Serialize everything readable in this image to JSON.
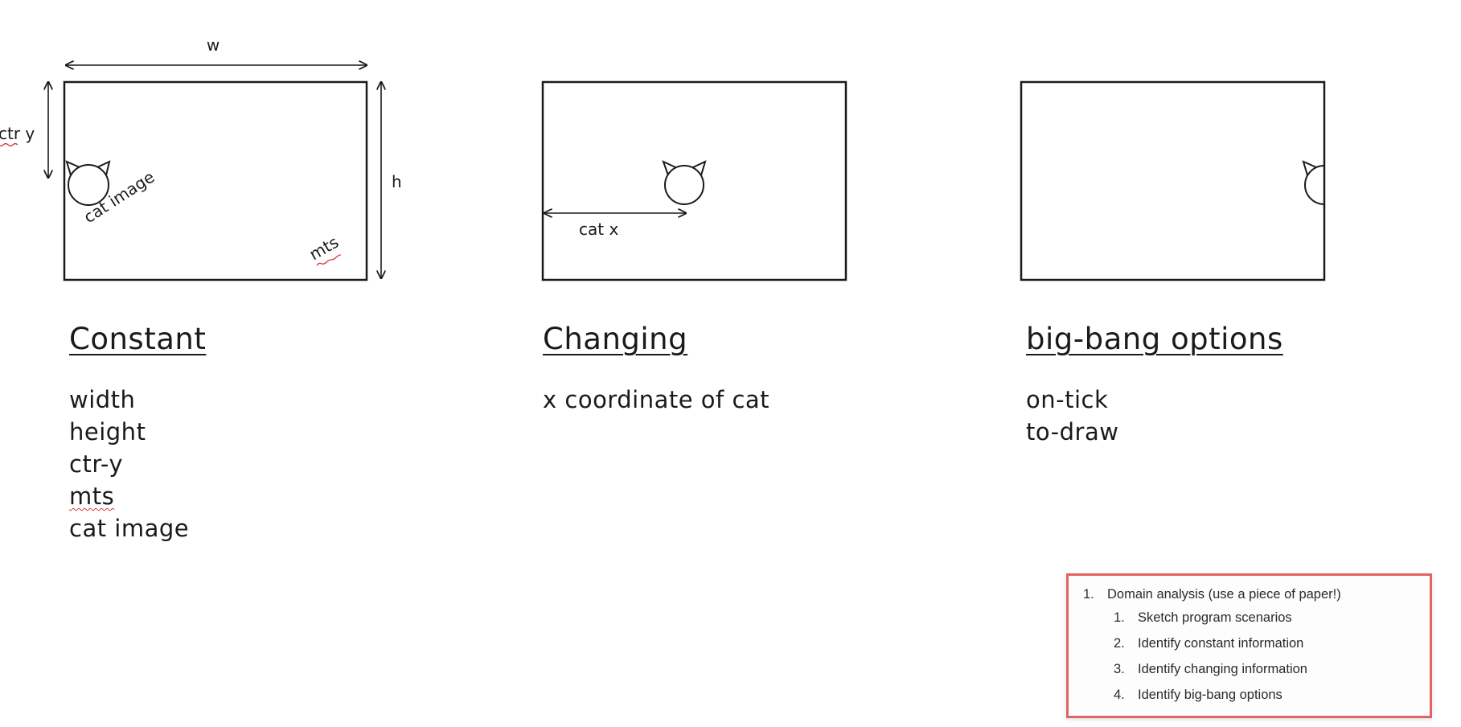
{
  "diagram": {
    "labels": {
      "w": "w",
      "h": "h",
      "ctr_y": "ctr y",
      "cat_image": "cat image",
      "mts": "mts",
      "cat_x": "cat x"
    }
  },
  "columns": [
    {
      "heading": "Constant",
      "items": [
        "width",
        "height",
        "ctr-y",
        "mts",
        "cat image"
      ]
    },
    {
      "heading": "Changing",
      "items": [
        "x coordinate of cat"
      ]
    },
    {
      "heading": "big-bang options",
      "items": [
        "on-tick",
        "to-draw"
      ]
    }
  ],
  "steps": {
    "main_number": "1.",
    "main": "Domain analysis (use a piece of paper!)",
    "sub": [
      {
        "n": "1.",
        "text": "Sketch program scenarios"
      },
      {
        "n": "2.",
        "text": "Identify constant information"
      },
      {
        "n": "3.",
        "text": "Identify changing information"
      },
      {
        "n": "4.",
        "text": "Identify big-bang options"
      }
    ]
  },
  "colors": {
    "ink": "#1a1a1a",
    "spellcheck": "#d23b3b",
    "box_border": "#e06464"
  },
  "icons": [
    "cat-icon"
  ]
}
